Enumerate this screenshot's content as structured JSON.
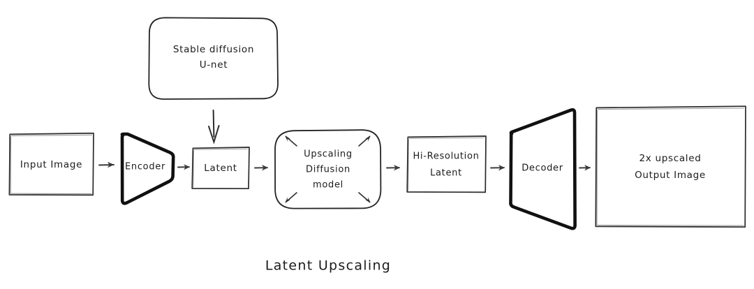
{
  "diagram": {
    "title": "Latent Upscaling",
    "style": "hand-drawn sketch",
    "background_color": "#ffffff",
    "stroke_color": "#222222",
    "nodes": [
      {
        "id": "input-image",
        "shape": "rectangle",
        "label": "Input Image",
        "lines": [
          "Input Image"
        ],
        "stroke": "thin"
      },
      {
        "id": "encoder",
        "shape": "trapezoid-left-wide",
        "label": "Encoder",
        "lines": [
          "Encoder"
        ],
        "stroke": "thick"
      },
      {
        "id": "latent",
        "shape": "rectangle",
        "label": "Latent",
        "lines": [
          "Latent"
        ],
        "stroke": "thin"
      },
      {
        "id": "stable-diffusion-unet",
        "shape": "rounded-rectangle",
        "label": "Stable diffusion U-net",
        "lines": [
          "Stable diffusion",
          "U-net"
        ],
        "stroke": "thin"
      },
      {
        "id": "upscaling-diffusion-model",
        "shape": "rounded-rectangle",
        "label": "Upscaling Diffusion model",
        "lines": [
          "Upscaling",
          "Diffusion",
          "model"
        ],
        "stroke": "thin"
      },
      {
        "id": "hi-resolution-latent",
        "shape": "rectangle",
        "label": "Hi-Resolution Latent",
        "lines": [
          "Hi-Resolution",
          "Latent"
        ],
        "stroke": "thin"
      },
      {
        "id": "decoder",
        "shape": "trapezoid-right-wide",
        "label": "Decoder",
        "lines": [
          "Decoder"
        ],
        "stroke": "thick"
      },
      {
        "id": "output-image",
        "shape": "rectangle",
        "label": "2x upscaled Output Image",
        "lines": [
          "2x upscaled",
          "Output Image"
        ],
        "stroke": "thin"
      }
    ],
    "edges": [
      {
        "id": "e1",
        "from": "input-image",
        "to": "encoder",
        "kind": "arrow-right"
      },
      {
        "id": "e2",
        "from": "encoder",
        "to": "latent",
        "kind": "arrow-right"
      },
      {
        "id": "e3",
        "from": "stable-diffusion-unet",
        "to": "latent",
        "kind": "arrow-down"
      },
      {
        "id": "e4",
        "from": "latent",
        "to": "upscaling-diffusion-model",
        "kind": "arrow-right"
      },
      {
        "id": "e5",
        "from": "upscaling-diffusion-model",
        "to": "hi-resolution-latent",
        "kind": "arrow-right"
      },
      {
        "id": "e6",
        "from": "hi-resolution-latent",
        "to": "decoder",
        "kind": "arrow-right"
      },
      {
        "id": "e7",
        "from": "decoder",
        "to": "output-image",
        "kind": "arrow-right"
      }
    ],
    "expansion_arrows": {
      "node": "upscaling-diffusion-model",
      "count": 4,
      "directions": [
        "up-left",
        "up-right",
        "down-left",
        "down-right"
      ]
    }
  }
}
